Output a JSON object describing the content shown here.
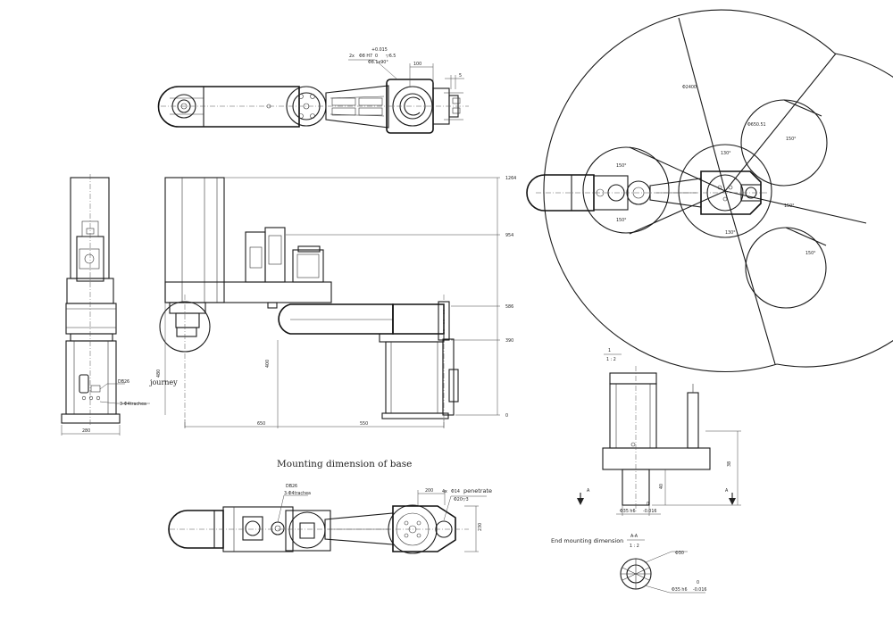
{
  "captions": {
    "mounting_base": "Mounting dimension of base",
    "end_mounting": "End mounting dimension",
    "journey": "journey",
    "trachea_side": "3-Φ4trachea",
    "trachea_bottom": "3-Φ4trachea",
    "penetrate": "penetrate"
  },
  "top_view_labels": {
    "tol": "+0.015",
    "line1a": "2x",
    "line1b": "Φ8 H7",
    "line1c": "0",
    "line1d": "▽6.5",
    "line2": "Φ8.1x90°",
    "width": "100",
    "small": "5"
  },
  "side_view": {
    "heights": [
      "1264",
      "954",
      "586",
      "390",
      "0"
    ],
    "dim_650": "650",
    "dim_550": "550",
    "dim_400": "400",
    "dim_480": "480",
    "left_width": "280",
    "db26_side": "DB26"
  },
  "bottom_view": {
    "db26": "DB26",
    "dim_200": "200",
    "holes_a": "4x",
    "holes_b": "Φ14",
    "holes_c": "Φ20▽3",
    "dim_230": "230"
  },
  "work_range": {
    "diameter": "Φ2400",
    "inner": "Φ650.51",
    "ang_150a": "150°",
    "ang_150b": "150°",
    "ang_150c": "150°",
    "ang_150d": "150°",
    "ang_130a": "130°",
    "ang_130b": "130°",
    "ang_150e": "150°"
  },
  "end_view": {
    "scale_top": "1",
    "scale_bottom": "1 : 2",
    "dim_38": "38",
    "dim_40": "40",
    "shaft": "Φ35 h6",
    "shaft_tol": "-0.016",
    "shaft_zero": "0",
    "arrow_a": "A",
    "arrow_a2": "A"
  },
  "end_detail": {
    "section": "A-A",
    "scale": "1 : 2",
    "d30": "Φ30",
    "shaft": "Φ35 h6",
    "shaft_tol": "-0.016",
    "shaft_zero": "0"
  }
}
